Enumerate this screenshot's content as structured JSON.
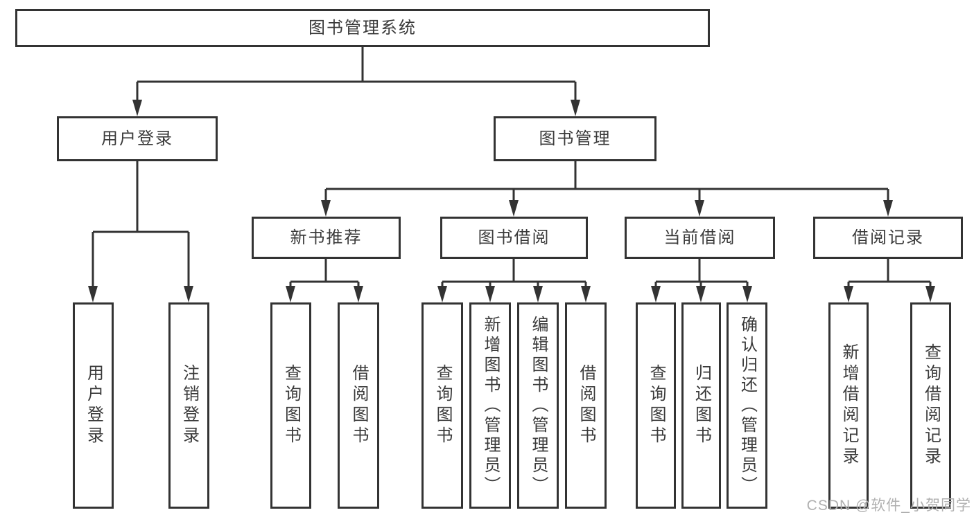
{
  "diagram": {
    "title": {
      "label": "图书管理系统"
    },
    "branches": [
      {
        "label": "用户登录",
        "children": [
          {
            "label": "用户登录"
          },
          {
            "label": "注销登录"
          }
        ]
      },
      {
        "label": "图书管理",
        "children": [
          {
            "label": "新书推荐",
            "children": [
              {
                "label": "查询图书"
              },
              {
                "label": "借阅图书"
              }
            ]
          },
          {
            "label": "图书借阅",
            "children": [
              {
                "label": "查询图书"
              },
              {
                "label": "新增图书（管理员）"
              },
              {
                "label": "编辑图书（管理员）"
              },
              {
                "label": "借阅图书"
              }
            ]
          },
          {
            "label": "当前借阅",
            "children": [
              {
                "label": "查询图书"
              },
              {
                "label": "归还图书"
              },
              {
                "label": "确认归还（管理员）"
              }
            ]
          },
          {
            "label": "借阅记录",
            "children": [
              {
                "label": "新增借阅记录"
              },
              {
                "label": "查询借阅记录"
              }
            ]
          }
        ]
      }
    ],
    "colors": {
      "line": "#333333",
      "box_border": "#333333",
      "box_background": "#ffffff",
      "text": "#3a3a3a",
      "watermark": "#b0b0b0"
    }
  },
  "watermark": {
    "text": "CSDN @软件_小贺同学"
  }
}
